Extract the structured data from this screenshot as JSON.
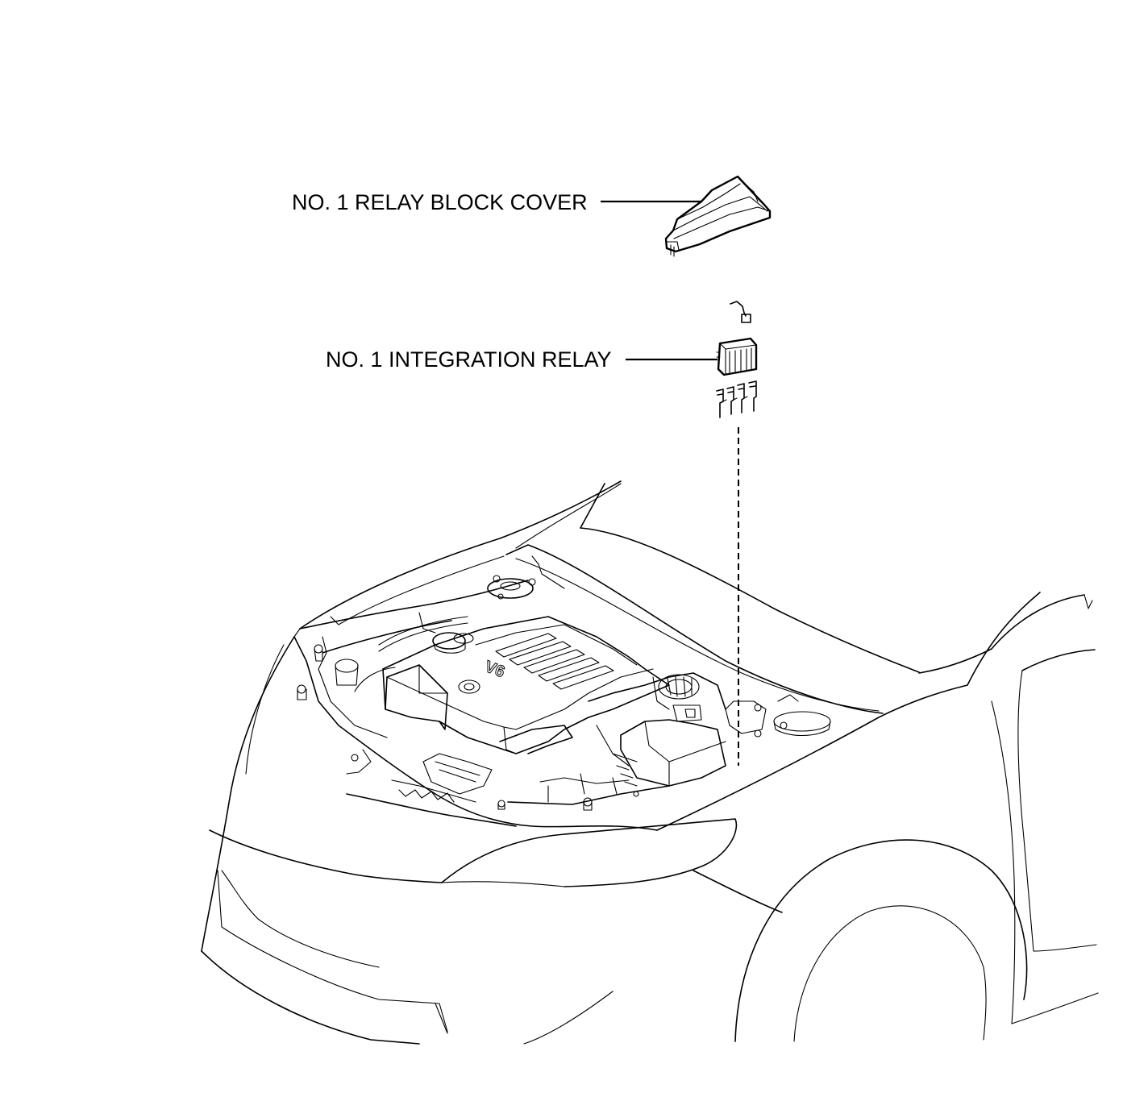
{
  "callouts": {
    "relay_block_cover": "NO. 1 RELAY BLOCK COVER",
    "integration_relay": "NO. 1 INTEGRATION RELAY"
  },
  "engine_cover_badge": "V6"
}
